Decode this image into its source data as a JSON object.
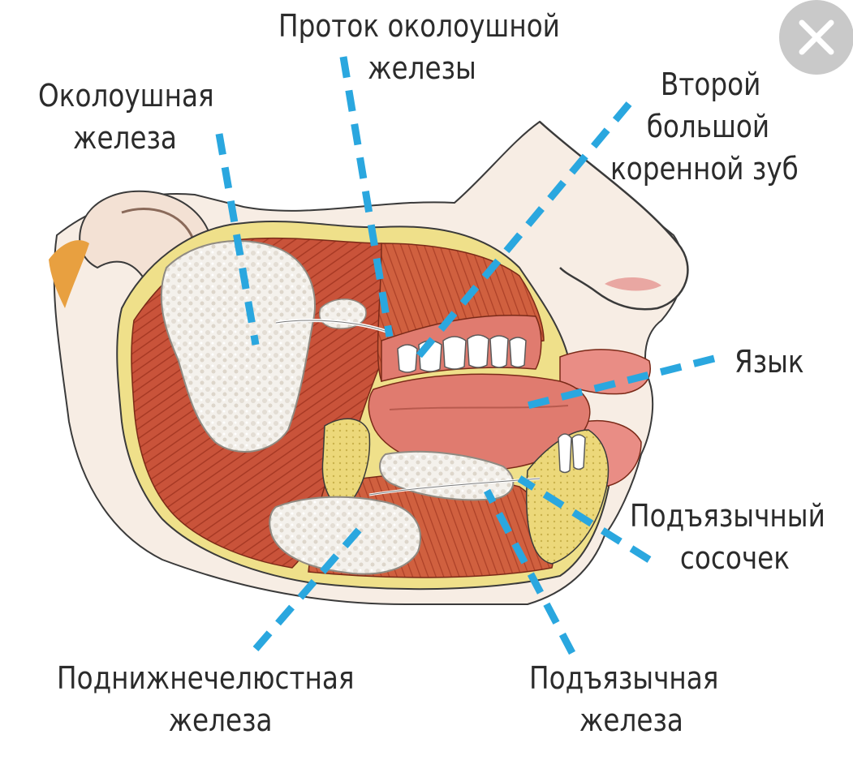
{
  "labels": {
    "parotid_gland": [
      "Околоушная",
      "железа"
    ],
    "parotid_duct": [
      "Проток околоушной",
      "железы"
    ],
    "second_molar": [
      "Второй",
      "большой",
      "коренной зуб"
    ],
    "tongue": [
      "Язык"
    ],
    "sublingual_papilla": [
      "Подъязычный",
      "сосочек"
    ],
    "submandibular_gland": [
      "Поднижнечелюстная",
      "железа"
    ],
    "sublingual_gland": [
      "Подъязычная",
      "железа"
    ]
  },
  "colors": {
    "leader_line": "#2aa7df",
    "muscle": "#c64a2e",
    "gland": "#f1eee8",
    "skin": "#f7ede4",
    "bone": "#e9d97a",
    "tongue": "#e07b6f",
    "close_button": "#c9c9c9"
  },
  "icons": {
    "close": "close-icon"
  }
}
